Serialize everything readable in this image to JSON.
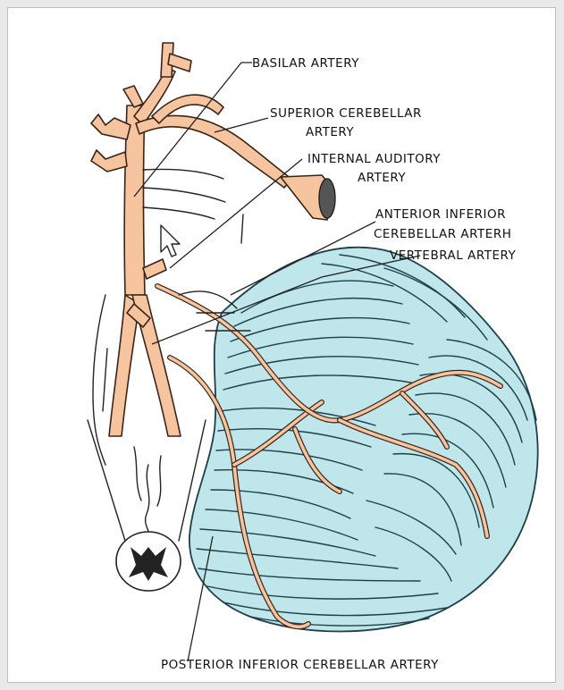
{
  "labels": {
    "basilar": "BASILAR ARTERY",
    "superior_1": "SUPERIOR CEREBELLAR",
    "superior_2": "ARTERY",
    "internal_1": "INTERNAL AUDITORY",
    "internal_2": "ARTERY",
    "anterior_1": "ANTERIOR INFERIOR",
    "anterior_2": "CEREBELLAR ARTERH",
    "vertebral": "VERTEBRAL ARTERY",
    "posterior": "POSTERIOR INFERIOR CEREBELLAR ARTERY"
  },
  "colors": {
    "artery": "#f6c5a0",
    "cerebellum": "#bfe6ea",
    "ink": "#222222"
  },
  "icons": {
    "cursor": "mouse-pointer-icon"
  }
}
